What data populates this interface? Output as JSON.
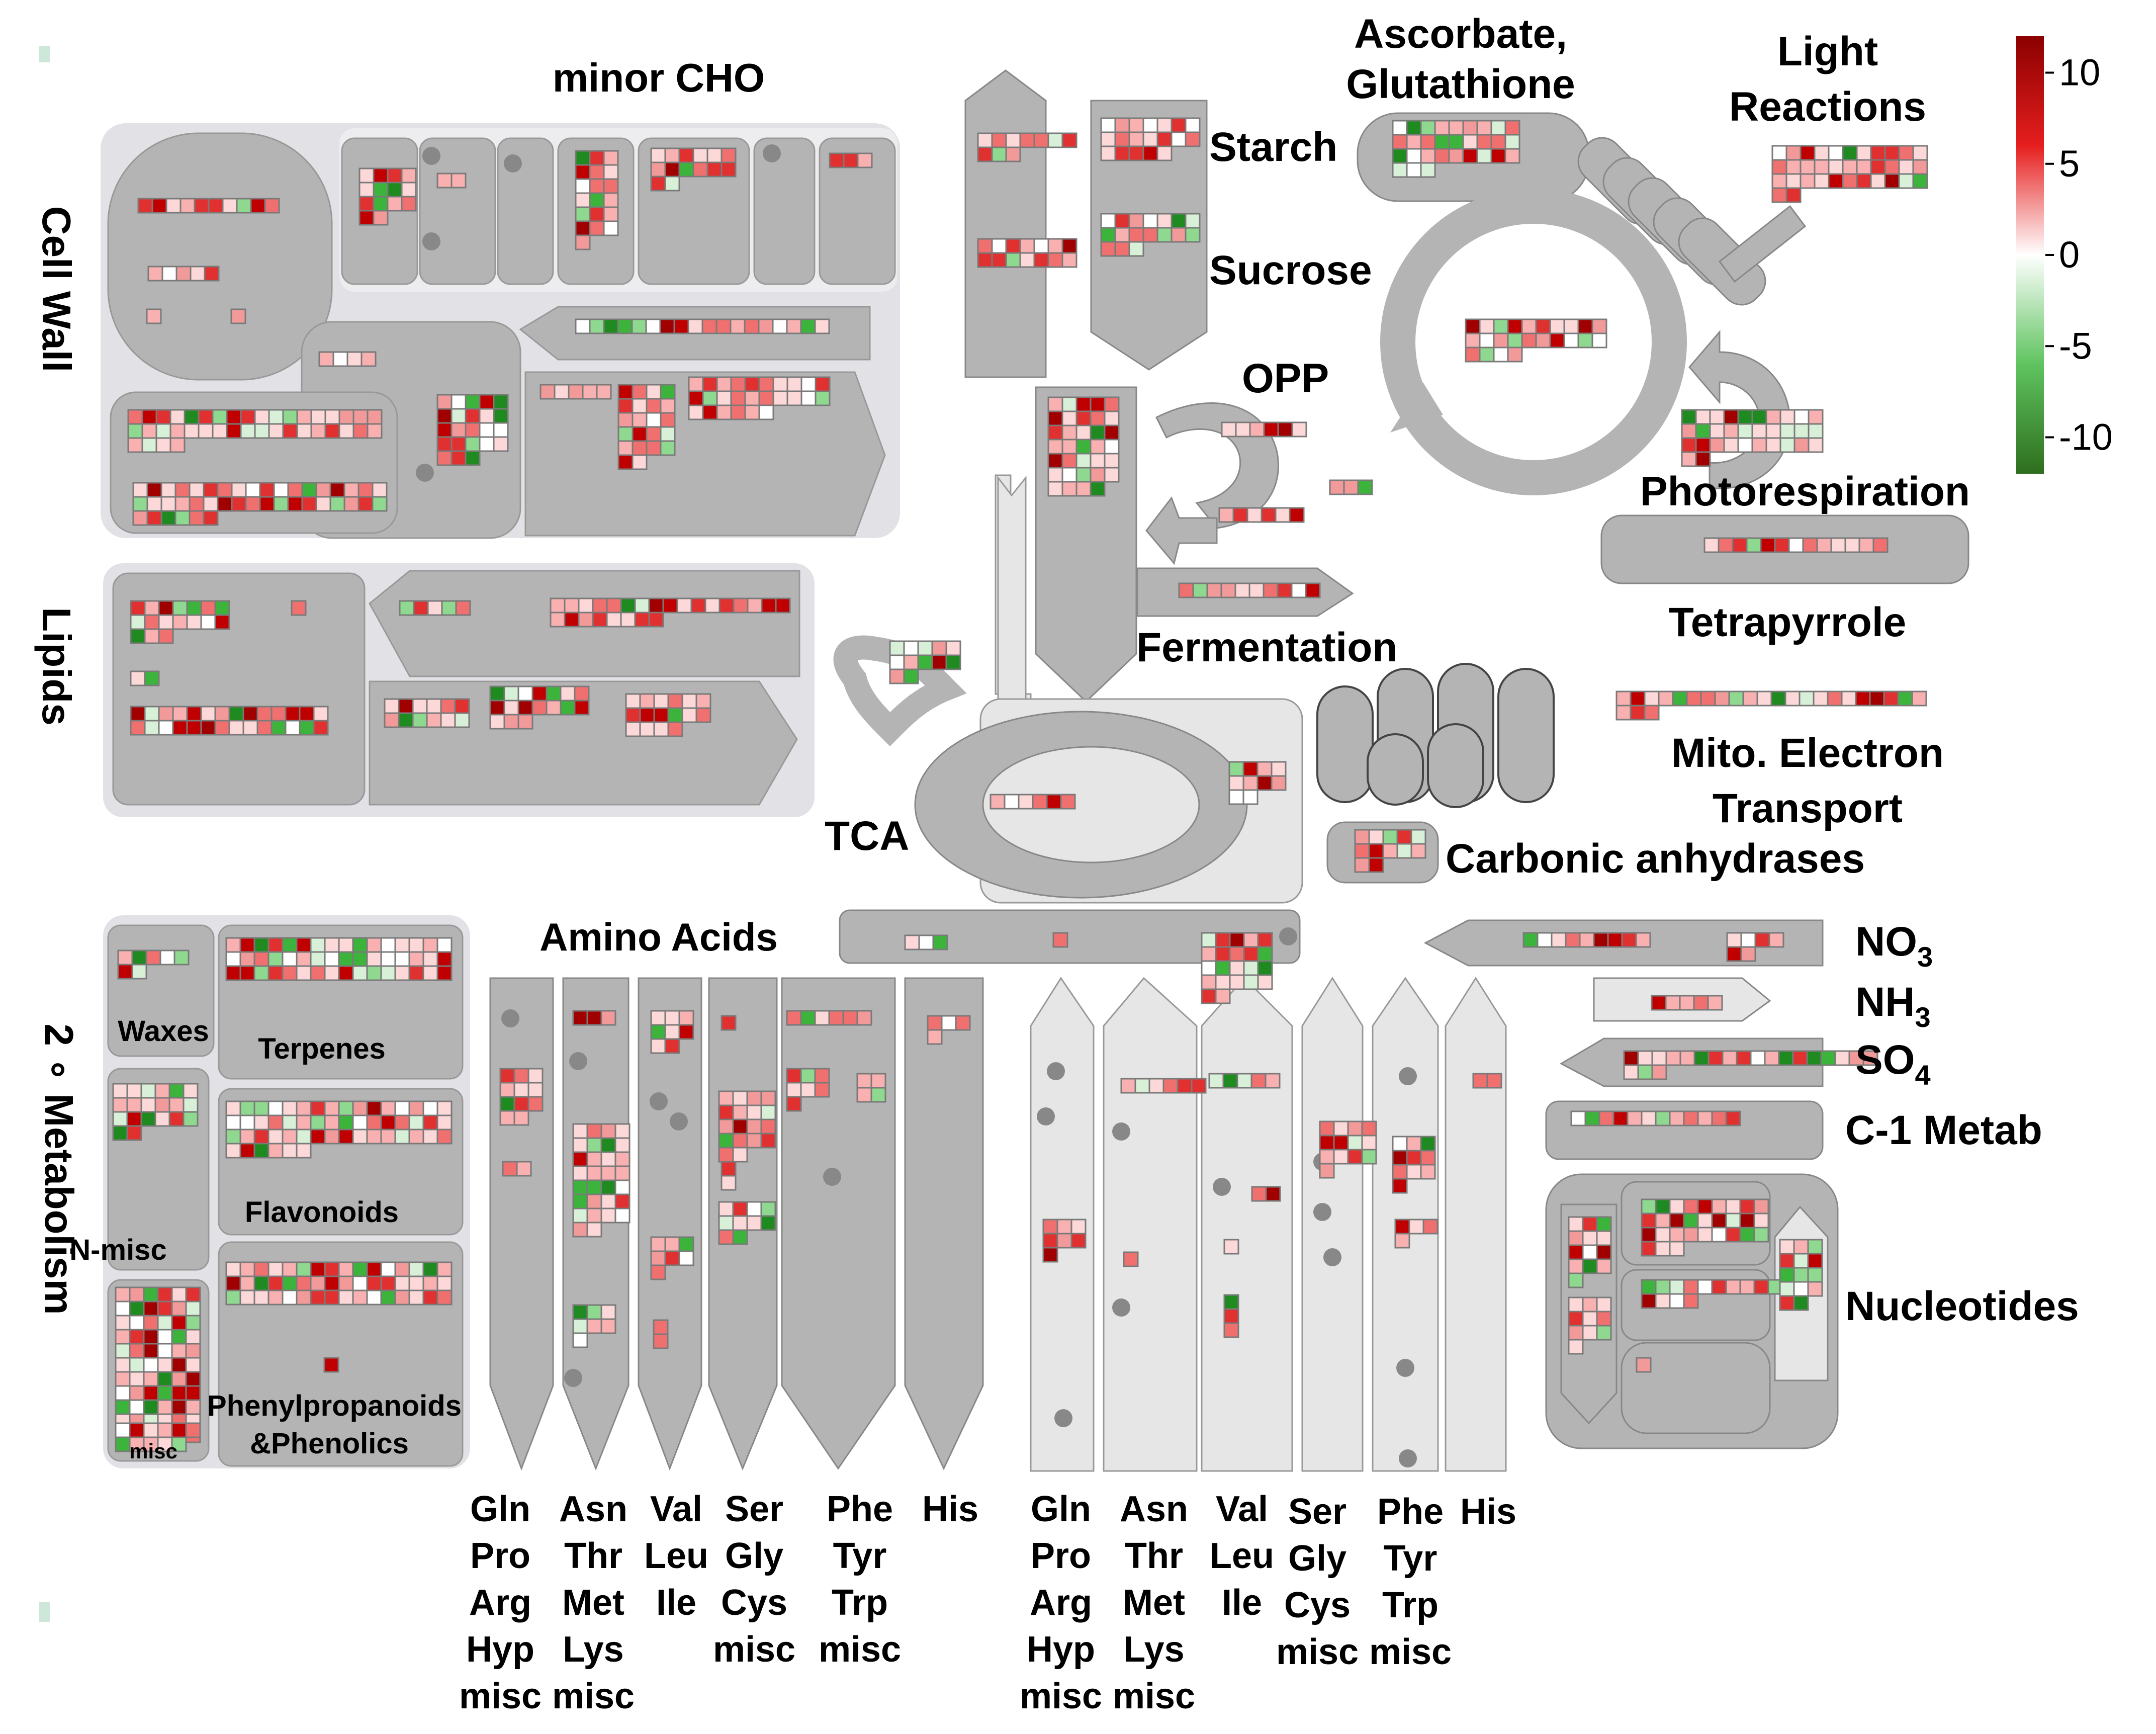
{
  "labels": {
    "minor_cho": "minor CHO",
    "cell_wall": "Cell Wall",
    "lipids": "Lipids",
    "secondary_metabolism": "2 ∘ Metabolism",
    "starch": "Starch",
    "sucrose": "Sucrose",
    "opp": "OPP",
    "fermentation": "Fermentation",
    "tca": "TCA",
    "ascorbate_1": "Ascorbate,",
    "ascorbate_2": "Glutathione",
    "light_1": "Light",
    "light_2": "Reactions",
    "photorespiration": "Photorespiration",
    "tetrapyrrole": "Tetrapyrrole",
    "mito_1": "Mito. Electron",
    "mito_2": "Transport",
    "carbonic": "Carbonic anhydrases",
    "amino_acids": "Amino Acids",
    "no3_main": "NO",
    "no3_sub": "3",
    "nh3_main": "NH",
    "nh3_sub": "3",
    "so4_main": "SO",
    "so4_sub": "4",
    "c1": "C-1 Metab",
    "nucleotides": "Nucleotides",
    "waxes": "Waxes",
    "terpenes": "Terpenes",
    "flavonoids": "Flavonoids",
    "nmisc": "N-misc",
    "phenyl_1": "Phenylpropanoids",
    "phenyl_2": "&Phenolics",
    "misc": "misc"
  },
  "amino_columns": [
    [
      "Gln",
      "Pro",
      "Arg",
      "Hyp",
      "misc"
    ],
    [
      "Asn",
      "Thr",
      "Met",
      "Lys",
      "misc"
    ],
    [
      "Val",
      "Leu",
      "Ile"
    ],
    [
      "Ser",
      "Gly",
      "Cys",
      "misc"
    ],
    [
      "Phe",
      "Tyr",
      "Trp",
      "misc"
    ],
    [
      "His"
    ],
    [
      "Gln",
      "Pro",
      "Arg",
      "Hyp",
      "misc"
    ],
    [
      "Asn",
      "Thr",
      "Met",
      "Lys",
      "misc"
    ],
    [
      "Val",
      "Leu",
      "Ile"
    ],
    [
      "Ser",
      "Gly",
      "Cys",
      "misc"
    ],
    [
      "Phe",
      "Tyr",
      "Trp",
      "misc"
    ],
    [
      "His"
    ]
  ],
  "legend": {
    "ticks": [
      "10",
      "5",
      "0",
      "-5",
      "-10"
    ],
    "max": 12,
    "min": -12,
    "colors": {
      "high": "#8b0000",
      "mid": "#ffffff",
      "low": "#2e6e1e"
    }
  },
  "colors": {
    "panel_light": "#e2e2e6",
    "shape_dark": "#b4b4b4",
    "shape_light": "#e6e6e6",
    "cell_border": "#7a7a7a"
  }
}
